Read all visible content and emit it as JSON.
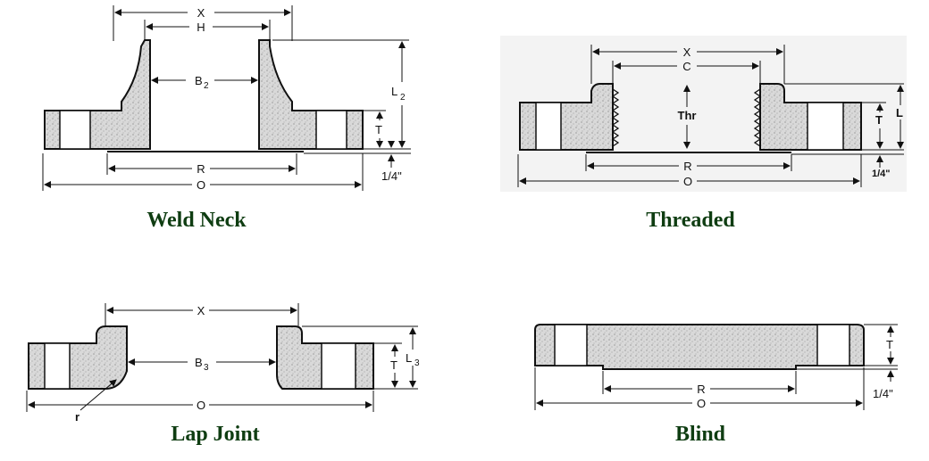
{
  "diagram": {
    "colors": {
      "caption": "#0f3d12",
      "line": "#111111",
      "fill": "#d8d8d8",
      "panel_bg": "#f5f5f5"
    },
    "weld_neck": {
      "caption": "Weld Neck",
      "labels": {
        "x": "X",
        "h": "H",
        "b": "B",
        "b_sub": "2",
        "l": "L",
        "l_sub": "2",
        "t": "T",
        "r": "R",
        "o": "O",
        "gap": "1/4\""
      }
    },
    "threaded": {
      "caption": "Threaded",
      "labels": {
        "x": "X",
        "c": "C",
        "thr": "Thr",
        "t": "T",
        "l": "L",
        "r": "R",
        "o": "O",
        "gap": "1/4\""
      }
    },
    "lap_joint": {
      "caption": "Lap Joint",
      "labels": {
        "x": "X",
        "b": "B",
        "b_sub": "3",
        "t": "T",
        "l": "L",
        "l_sub": "3",
        "o": "O",
        "r": "r"
      }
    },
    "blind": {
      "caption": "Blind",
      "labels": {
        "t": "T",
        "r": "R",
        "o": "O",
        "gap": "1/4\""
      }
    }
  }
}
